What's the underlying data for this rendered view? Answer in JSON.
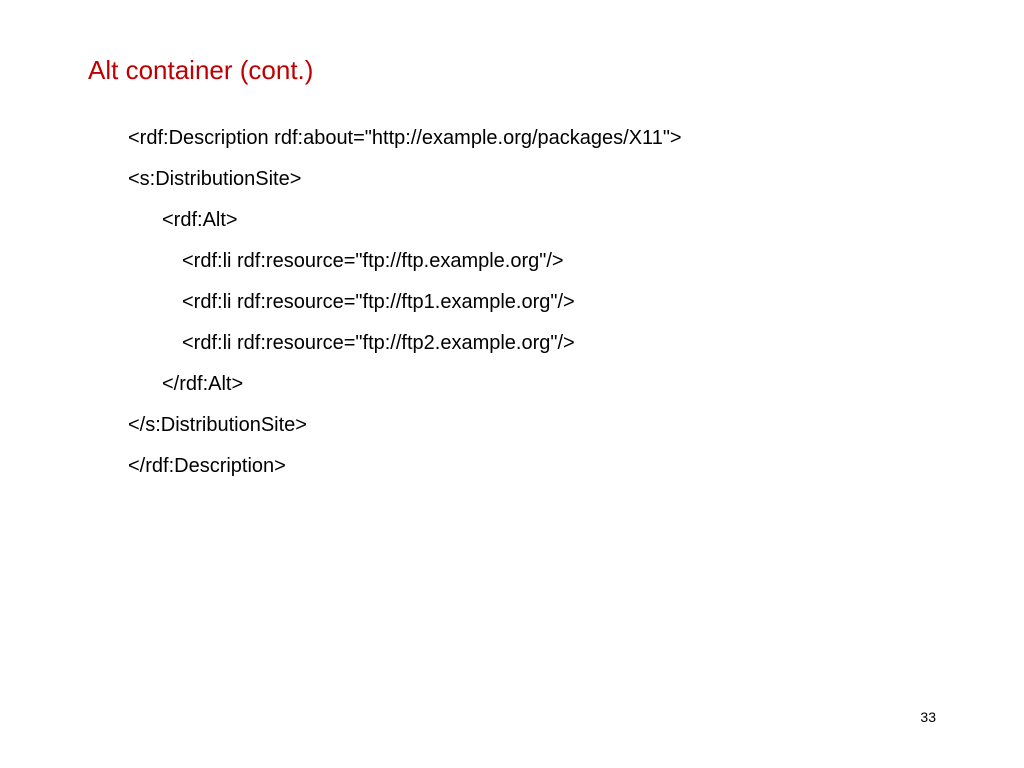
{
  "slide": {
    "title": "Alt container (cont.)",
    "title_color": "#c00000",
    "code_lines": [
      "<rdf:Description rdf:about=\"http://example.org/packages/X11\">",
      "<s:DistributionSite>",
      "<rdf:Alt>",
      "<rdf:li rdf:resource=\"ftp://ftp.example.org\"/>",
      "<rdf:li rdf:resource=\"ftp://ftp1.example.org\"/>",
      "<rdf:li rdf:resource=\"ftp://ftp2.example.org\"/>",
      "</rdf:Alt>",
      "</s:DistributionSite>",
      "</rdf:Description>"
    ],
    "page_number": "33"
  }
}
